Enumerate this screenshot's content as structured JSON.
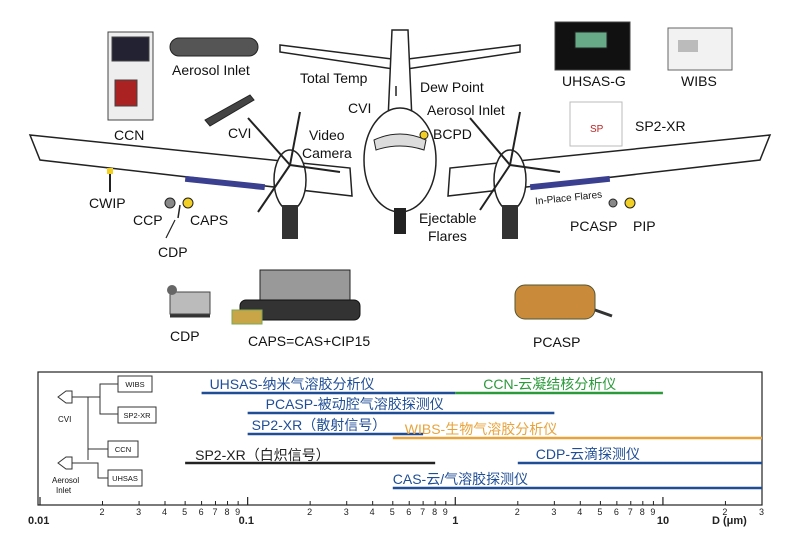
{
  "aircraft_labels": {
    "ccn": "CCN",
    "aerosol_inlet": "Aerosol Inlet",
    "cvi_left": "CVI",
    "total_temp": "Total Temp",
    "dew_point": "Dew Point",
    "cvi_top": "CVI",
    "aerosol_inlet_top": "Aerosol Inlet",
    "video_camera_1": "Video",
    "video_camera_2": "Camera",
    "bcpd": "BCPD",
    "uhsas_g": "UHSAS-G",
    "wibs": "WIBS",
    "sp2_xr": "SP2-XR",
    "cwip": "CWIP",
    "ccp": "CCP",
    "caps": "CAPS",
    "cdp_wing": "CDP",
    "ejectable_1": "Ejectable",
    "ejectable_2": "Flares",
    "in_place_flares": "In-Place Flares",
    "pcasp_wing": "PCASP",
    "pip": "PIP",
    "cdp_photo": "CDP",
    "caps_eq": "CAPS=CAS+CIP15",
    "pcasp_photo": "PCASP"
  },
  "schematic": {
    "cvi": "CVI",
    "aerosol_inlet_1": "Aerosol",
    "aerosol_inlet_2": "Inlet",
    "wibs": "WIBS",
    "sp2xr": "SP2-XR",
    "ccn": "CCN",
    "uhsas": "UHSAS"
  },
  "chart_data": {
    "type": "range",
    "xlabel": "D (μm)",
    "scale": "log",
    "xlim": [
      0.01,
      30
    ],
    "major_ticks": [
      "0.01",
      "0.1",
      "1",
      "10"
    ],
    "minor_labels": [
      {
        "v": 0.02,
        "t": "2"
      },
      {
        "v": 0.03,
        "t": "3"
      },
      {
        "v": 0.04,
        "t": "4"
      },
      {
        "v": 0.05,
        "t": "5"
      },
      {
        "v": 0.06,
        "t": "6"
      },
      {
        "v": 0.07,
        "t": "7"
      },
      {
        "v": 0.08,
        "t": "8"
      },
      {
        "v": 0.09,
        "t": "9"
      },
      {
        "v": 0.2,
        "t": "2"
      },
      {
        "v": 0.3,
        "t": "3"
      },
      {
        "v": 0.4,
        "t": "4"
      },
      {
        "v": 0.5,
        "t": "5"
      },
      {
        "v": 0.6,
        "t": "6"
      },
      {
        "v": 0.7,
        "t": "7"
      },
      {
        "v": 0.8,
        "t": "8"
      },
      {
        "v": 0.9,
        "t": "9"
      },
      {
        "v": 2,
        "t": "2"
      },
      {
        "v": 3,
        "t": "3"
      },
      {
        "v": 4,
        "t": "4"
      },
      {
        "v": 5,
        "t": "5"
      },
      {
        "v": 6,
        "t": "6"
      },
      {
        "v": 7,
        "t": "7"
      },
      {
        "v": 8,
        "t": "8"
      },
      {
        "v": 9,
        "t": "9"
      },
      {
        "v": 20,
        "t": "2"
      },
      {
        "v": 30,
        "t": "3"
      }
    ],
    "series": [
      {
        "name": "UHSAS-纳米气溶胶分析仪",
        "start": 0.06,
        "end": 1.0,
        "color": "#1f4e96"
      },
      {
        "name": "CCN-云凝结核分析仪",
        "start": 1.0,
        "end": 10.0,
        "color": "#2a9a3a"
      },
      {
        "name": "PCASP-被动腔气溶胶探测仪",
        "start": 0.1,
        "end": 3.0,
        "color": "#1f4e96"
      },
      {
        "name": "SP2-XR（散射信号）",
        "start": 0.1,
        "end": 0.7,
        "color": "#1f4e96"
      },
      {
        "name": "WIBS-生物气溶胶分析仪",
        "start": 0.5,
        "end": 30.0,
        "color": "#e8a33a"
      },
      {
        "name": "CDP-云滴探测仪",
        "start": 2.0,
        "end": 30.0,
        "color": "#1f4e96"
      },
      {
        "name": "SP2-XR（白炽信号）",
        "start": 0.05,
        "end": 0.8,
        "color": "#222222"
      },
      {
        "name": "CAS-云/气溶胶探测仪",
        "start": 0.5,
        "end": 30.0,
        "color": "#1f4e96"
      }
    ]
  },
  "colors": {
    "wing_stripe": "#3b3f8f",
    "yellow_probe": "#f2cf25",
    "photo_gold": "#c9a548"
  }
}
